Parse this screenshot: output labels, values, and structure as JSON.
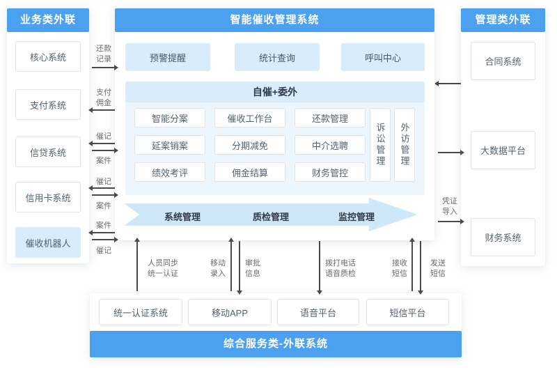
{
  "colors": {
    "header_blue": "#4ba0f0",
    "light_blue": "#d9ecfb",
    "section_bg": "#edf6fd",
    "arrow_fill": "#cee8f9",
    "line_color": "#4a4a4a",
    "box_border": "#e3e3e3",
    "box_text": "#53616f",
    "label_text": "#6b6b6b"
  },
  "left_panel": {
    "title": "业务类外联",
    "items": [
      "核心系统",
      "支付系统",
      "信贷系统",
      "信用卡系统",
      "催收机器人"
    ]
  },
  "left_links": [
    {
      "label": "还款\n记录"
    },
    {
      "label": "支付\n佣金"
    },
    {
      "top": "催记",
      "bottom": "案件"
    },
    {
      "top": "催记",
      "bottom": "案件"
    },
    {
      "top": "案件",
      "bottom": "催记"
    }
  ],
  "main_panel": {
    "title": "智能催收管理系统",
    "features": [
      "预警提醒",
      "统计查询",
      "呼叫中心"
    ],
    "section": {
      "title": "自催+委外",
      "modules": [
        "智能分案",
        "催收工作台",
        "还款管理",
        "延案销案",
        "分期减免",
        "中介选聘",
        "绩效考评",
        "佣金结算",
        "财务管控"
      ],
      "vertical_modules": [
        "诉讼管理",
        "外访管理"
      ]
    },
    "process_arrow": [
      "系统管理",
      "质检管理",
      "监控管理"
    ]
  },
  "right_panel": {
    "title": "管理类外联",
    "items": [
      "合同系统",
      "大数据平台",
      "财务系统"
    ]
  },
  "right_links": [
    {
      "label": ""
    },
    {
      "label": ""
    },
    {
      "label": "凭证\n导入"
    }
  ],
  "bottom_links": [
    {
      "label": "人员同步\n统一认证"
    },
    {
      "label": "移动\n录入"
    },
    {
      "label": "审批\n信息"
    },
    {
      "label": "拨打电话\n语音质检"
    },
    {
      "label": "接收\n短信"
    },
    {
      "label": "发送\n短信"
    }
  ],
  "bottom_panel": {
    "title": "综合服务类-外联系统",
    "items": [
      "统一认证系统",
      "移动APP",
      "语音平台",
      "短信平台"
    ]
  }
}
